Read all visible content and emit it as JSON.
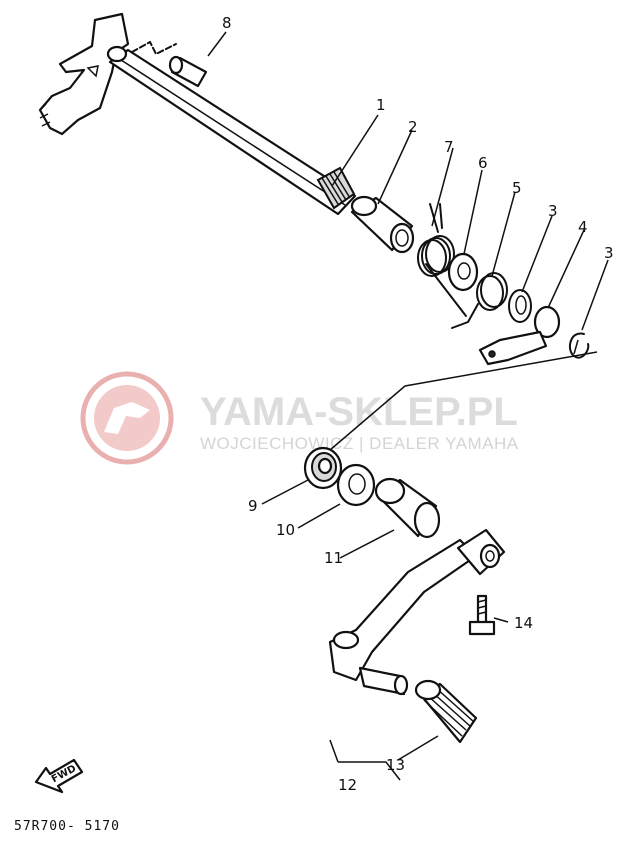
{
  "watermark": {
    "title": "YAMA-SKLEP.PL",
    "subtitle": "WOJCIECHOWICZ | DEALER YAMAHA",
    "logo_color": "#e8a0a0"
  },
  "callouts": [
    "1",
    "2",
    "3",
    "4",
    "5",
    "6",
    "7",
    "8",
    "9",
    "10",
    "11",
    "12",
    "13",
    "14"
  ],
  "direction_arrow": "FWD",
  "diagram_code": "57R700- 5170"
}
